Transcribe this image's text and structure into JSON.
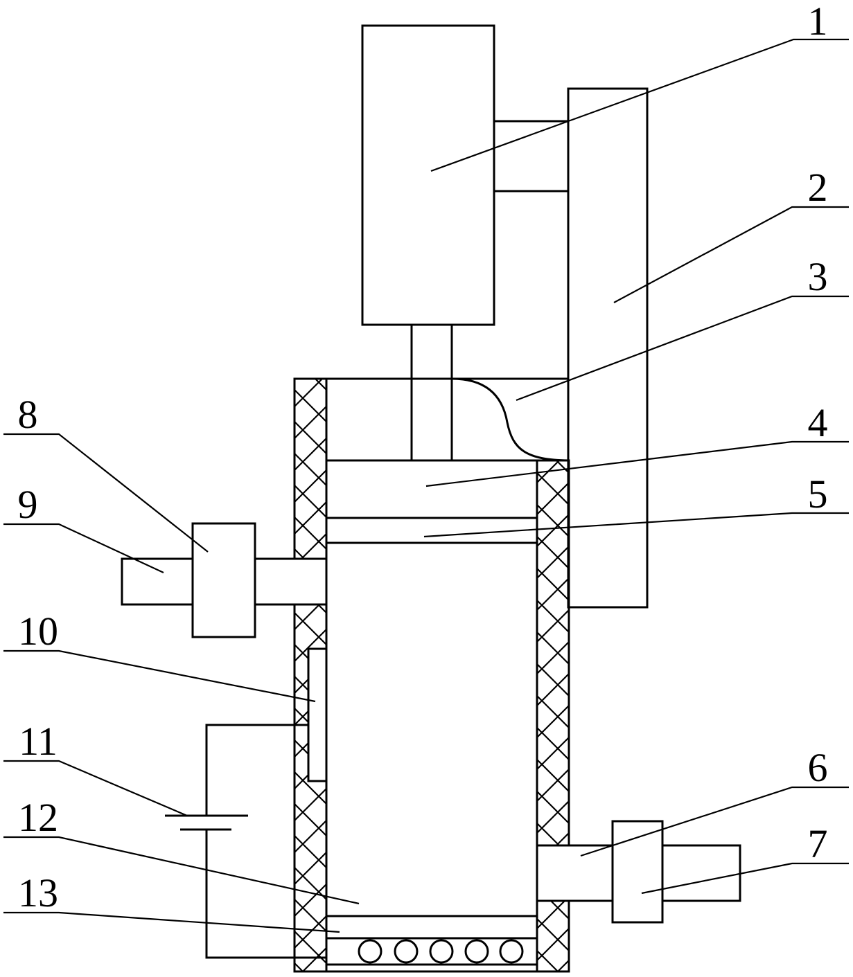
{
  "callouts": [
    "1",
    "2",
    "3",
    "4",
    "5",
    "6",
    "7",
    "8",
    "9",
    "10",
    "11",
    "12",
    "13"
  ],
  "colors": {
    "stroke": "#000000",
    "background": "#ffffff"
  }
}
